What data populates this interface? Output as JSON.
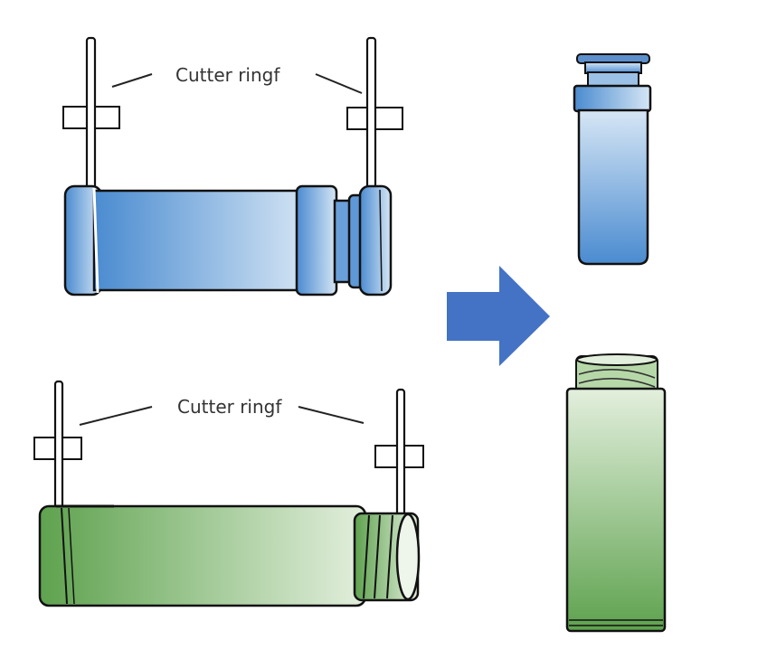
{
  "diagram": {
    "top_assembly": {
      "label": "Cutter ringf",
      "color_scheme": "blue",
      "colors": {
        "dark": "#4a8bd0",
        "light": "#d6e6f5"
      }
    },
    "bottom_assembly": {
      "label": "Cutter ringf",
      "color_scheme": "green",
      "colors": {
        "dark": "#5ea24e",
        "light": "#e3efdd"
      }
    },
    "arrow": {
      "icon": "right-arrow-icon",
      "color": "#4472c4",
      "direction": "right"
    },
    "results": {
      "top_result": {
        "name": "blue-cut-vial",
        "colors": {
          "dark": "#4a8bd0",
          "light": "#d6e6f5"
        }
      },
      "bottom_result": {
        "name": "green-cut-tube",
        "colors": {
          "dark": "#5ea24e",
          "light": "#e3efdd"
        }
      }
    }
  }
}
